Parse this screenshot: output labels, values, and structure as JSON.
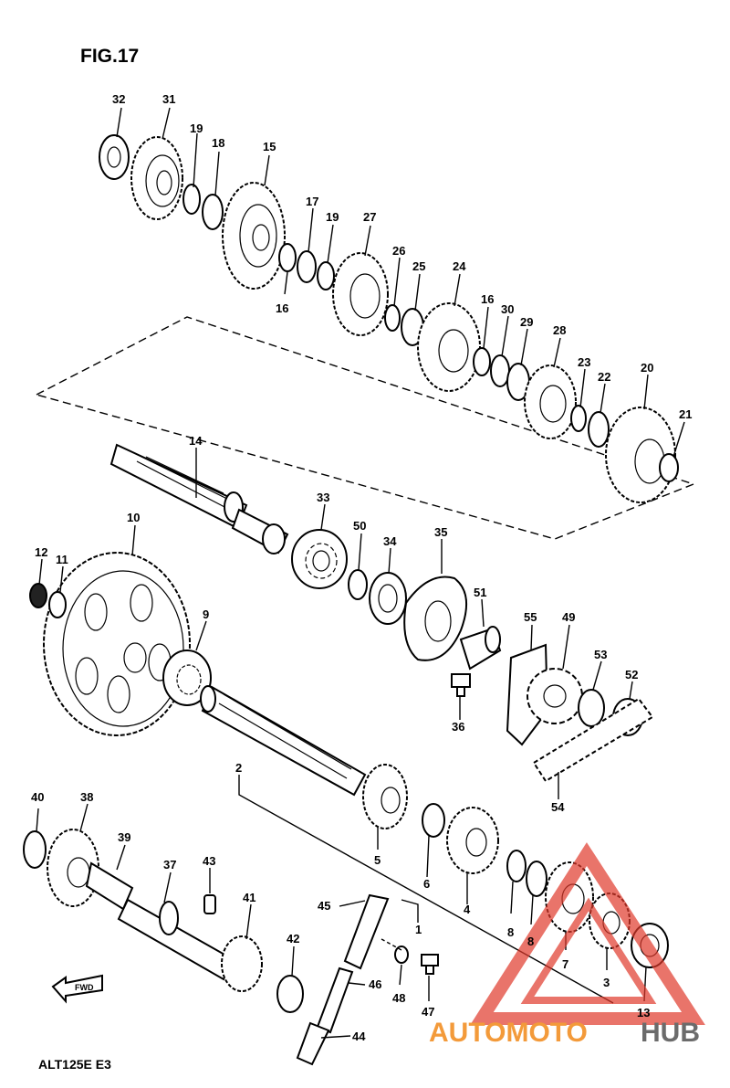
{
  "title": "FIG.17",
  "model": "ALT125E  E3",
  "fwd_mark": "FWD",
  "watermark": {
    "part_a": "AUTOMOTO",
    "part_b": "HUB",
    "color_a": "#f39a3a",
    "color_b": "#6b6b6b",
    "triangle_color": "#e0392b"
  },
  "labels": [
    "32",
    "31",
    "19",
    "18",
    "15",
    "17",
    "19",
    "27",
    "26",
    "25",
    "24",
    "16",
    "30",
    "29",
    "28",
    "23",
    "22",
    "20",
    "21",
    "16",
    "14",
    "33",
    "50",
    "34",
    "35",
    "51",
    "55",
    "49",
    "53",
    "52",
    "10",
    "12",
    "11",
    "9",
    "36",
    "54",
    "2",
    "5",
    "6",
    "4",
    "8",
    "8",
    "7",
    "3",
    "13",
    "40",
    "38",
    "39",
    "37",
    "43",
    "41",
    "42",
    "45",
    "46",
    "48",
    "47",
    "1",
    "44"
  ]
}
